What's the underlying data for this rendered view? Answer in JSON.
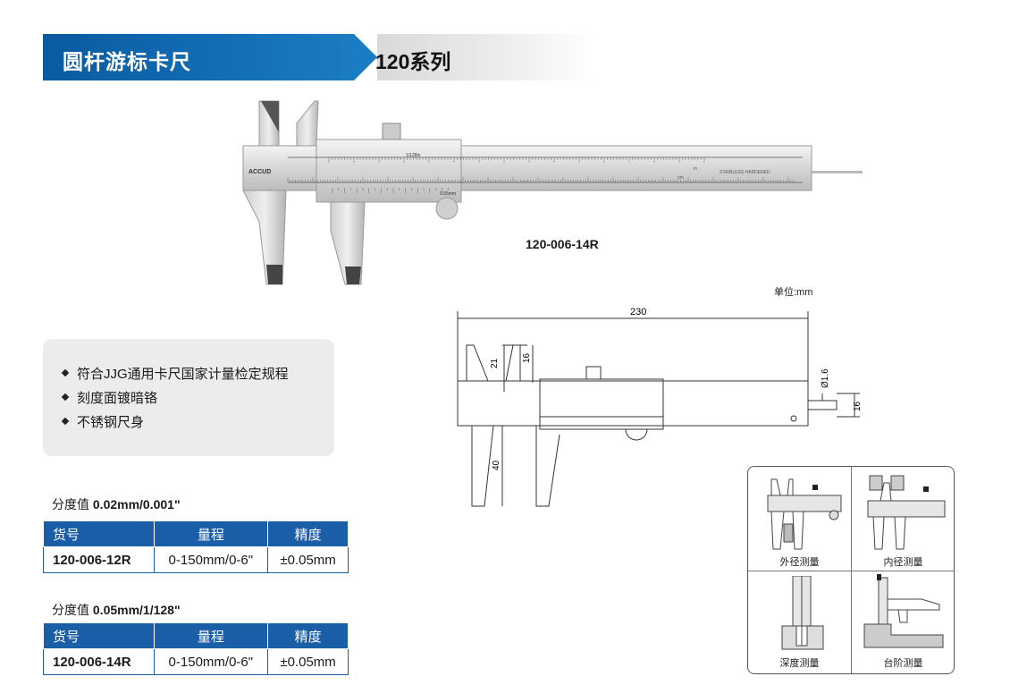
{
  "banner": {
    "title": "圆杆游标卡尺",
    "series": "120系列"
  },
  "photo": {
    "brand": "ACCUD",
    "vernier_note": "1/128in",
    "scale_text": "STAINLESS HARDENED",
    "unit_in": "in",
    "unit_cm": "cm",
    "vernier_mm": "0.05mm",
    "model": "120-006-14R"
  },
  "unit_label": "单位:mm",
  "drawing": {
    "length": "230",
    "d1": "21",
    "d2": "16",
    "rod": "Ø1.6",
    "height": "16",
    "jaw": "40"
  },
  "features": [
    "符合JJG通用卡尺国家计量检定规程",
    "刻度面镀暗铬",
    "不锈钢尺身"
  ],
  "tables": [
    {
      "caption_prefix": "分度值",
      "caption_value": "0.02mm/0.001\"",
      "headers": [
        "货号",
        "量程",
        "精度"
      ],
      "row": [
        "120-006-12R",
        "0-150mm/0-6\"",
        "±0.05mm"
      ]
    },
    {
      "caption_prefix": "分度值",
      "caption_value": "0.05mm/1/128\"",
      "headers": [
        "货号",
        "量程",
        "精度"
      ],
      "row": [
        "120-006-14R",
        "0-150mm/0-6\"",
        "±0.05mm"
      ]
    }
  ],
  "methods": [
    "外径测量",
    "内径测量",
    "深度测量",
    "台阶测量"
  ]
}
